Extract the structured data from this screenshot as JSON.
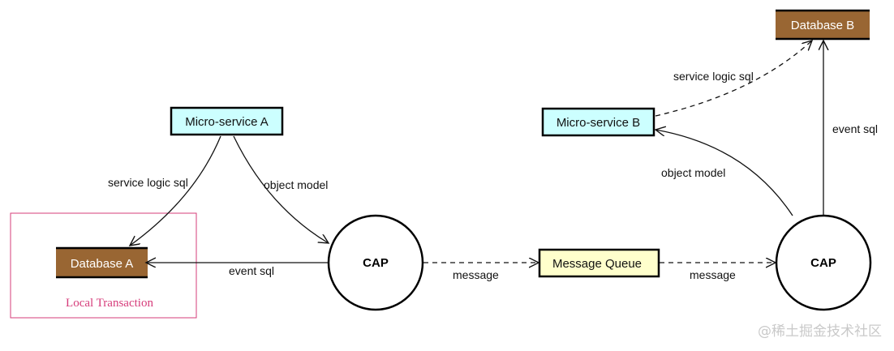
{
  "colors": {
    "microservice_fill": "#ccffff",
    "database_fill": "#996633",
    "queue_fill": "#ffffcc",
    "local_tx_border": "#d63c7a"
  },
  "nodes": {
    "micro_service_a": "Micro-service A",
    "micro_service_b": "Micro-service B",
    "database_a": "Database A",
    "database_b": "Database B",
    "cap_a": "CAP",
    "cap_b": "CAP",
    "message_queue": "Message Queue",
    "local_transaction": "Local Transaction"
  },
  "edges": {
    "a_service_logic_sql": "service logic sql",
    "a_object_model": "object model",
    "a_event_sql": "event sql",
    "cap_to_queue_message": "message",
    "queue_to_cap_message": "message",
    "b_object_model": "object model",
    "b_service_logic_sql": "service logic sql",
    "b_event_sql": "event sql"
  },
  "watermark": "@稀土掘金技术社区"
}
